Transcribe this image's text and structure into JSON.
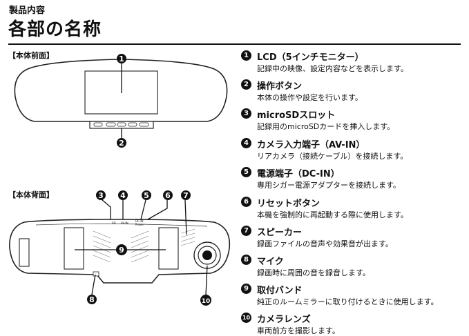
{
  "header": {
    "subtitle": "製品内容",
    "title": "各部の名称"
  },
  "sections": {
    "front_label": "【本体前面】",
    "back_label": "【本体背面】"
  },
  "back_ports": {
    "card_slot_text": "SD",
    "av_in_text": "AV-IN",
    "dc_in_text": "DC-IN",
    "power_text": "Power"
  },
  "parts": [
    {
      "num": "1",
      "name": "LCD（5インチモニター）",
      "desc": "記録中の映像、設定内容などを表示します。"
    },
    {
      "num": "2",
      "name": "操作ボタン",
      "desc": "本体の操作や設定を行います。"
    },
    {
      "num": "3",
      "name": "microSDスロット",
      "desc": "記録用のmicroSDカードを挿入します。"
    },
    {
      "num": "4",
      "name": "カメラ入力端子（AV-IN）",
      "desc": "リアカメラ（接続ケーブル）を接続します。"
    },
    {
      "num": "5",
      "name": "電源端子（DC-IN）",
      "desc": "専用シガー電源アダプターを接続します。"
    },
    {
      "num": "6",
      "name": "リセットボタン",
      "desc": "本機を強制的に再起動する際に使用します。"
    },
    {
      "num": "7",
      "name": "スピーカー",
      "desc": "録画ファイルの音声や効果音が出ます。"
    },
    {
      "num": "8",
      "name": "マイク",
      "desc": "録画時に周囲の音を録音します。"
    },
    {
      "num": "9",
      "name": "取付バンド",
      "desc": "純正のルームミラーに取り付けるときに使用します。"
    },
    {
      "num": "10",
      "name": "カメラレンズ",
      "desc": "車両前方を撮影します。"
    }
  ]
}
